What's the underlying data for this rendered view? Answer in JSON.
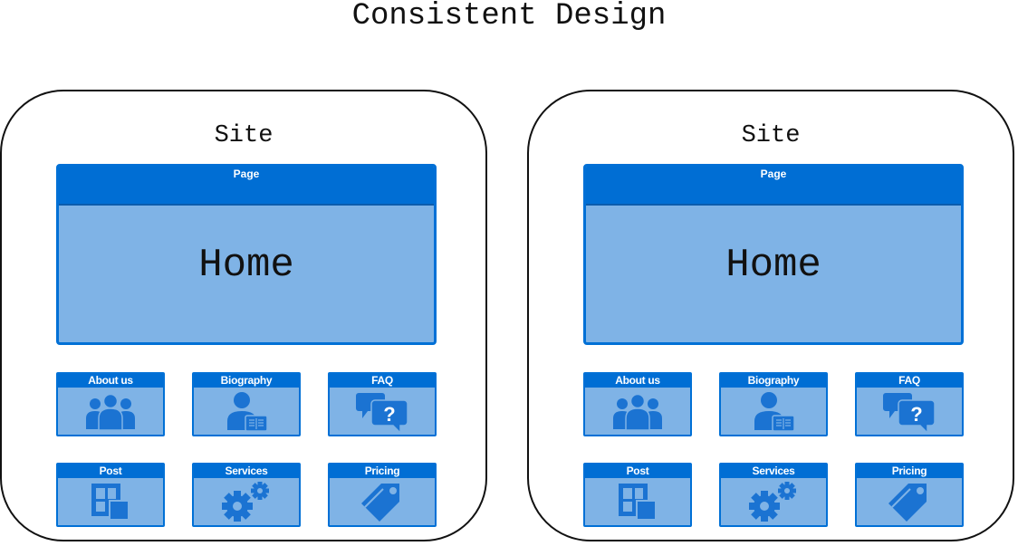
{
  "title": "Consistent Design",
  "sites": [
    {
      "label": "Site",
      "page": {
        "header": "Page",
        "name": "Home"
      },
      "cards": [
        {
          "label": "About us",
          "icon": "group-icon"
        },
        {
          "label": "Biography",
          "icon": "person-book-icon"
        },
        {
          "label": "FAQ",
          "icon": "question-chat-icon"
        },
        {
          "label": "Post",
          "icon": "post-layout-icon"
        },
        {
          "label": "Services",
          "icon": "gears-icon"
        },
        {
          "label": "Pricing",
          "icon": "price-tag-icon"
        }
      ]
    },
    {
      "label": "Site",
      "page": {
        "header": "Page",
        "name": "Home"
      },
      "cards": [
        {
          "label": "About us",
          "icon": "group-icon"
        },
        {
          "label": "Biography",
          "icon": "person-book-icon"
        },
        {
          "label": "FAQ",
          "icon": "question-chat-icon"
        },
        {
          "label": "Post",
          "icon": "post-layout-icon"
        },
        {
          "label": "Services",
          "icon": "gears-icon"
        },
        {
          "label": "Pricing",
          "icon": "price-tag-icon"
        }
      ]
    }
  ],
  "colors": {
    "header_blue": "#006ed4",
    "panel_blue": "#7fb3e6",
    "icon_blue": "#1b73d2"
  }
}
